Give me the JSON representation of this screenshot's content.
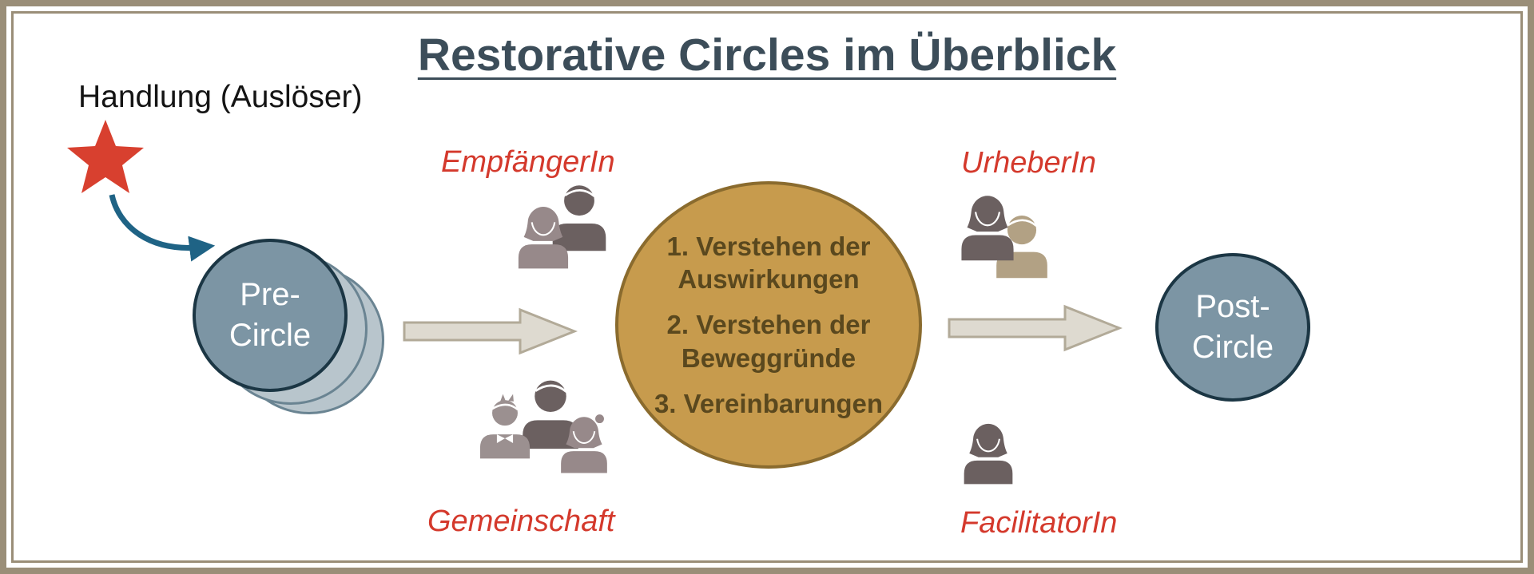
{
  "title": "Restorative Circles im Überblick",
  "trigger_label": "Handlung (Auslöser)",
  "pre_circle_label": "Pre-\nCircle",
  "post_circle_label": "Post-\nCircle",
  "center_circle": {
    "items": [
      "1. Verstehen der Auswirkungen",
      "2. Verstehen der Beweggründe",
      "3. Vereinbarungen"
    ]
  },
  "roles": {
    "top_left": "EmpfängerIn",
    "bottom_left": "Gemeinschaft",
    "top_right": "UrheberIn",
    "bottom_right": "FacilitatorIn"
  },
  "colors": {
    "frame": "#9A8E78",
    "title_text": "#3C4D59",
    "role_label_red": "#D4392C",
    "star_red": "#D8402F",
    "curved_arrow_teal": "#1F6385",
    "circle_fill": "#7C95A4",
    "circle_border": "#1B3644",
    "stacked_circle_fill": "#B8C5CC",
    "gold_circle_fill": "#C79B4D",
    "gold_circle_border": "#8A6B2E",
    "gold_circle_text": "#5A481E",
    "block_arrow_fill": "#DEDAD0",
    "block_arrow_stroke": "#B2AA98",
    "person_dark": "#6B6060",
    "person_medium": "#97898A",
    "person_light": "#9B9090",
    "person_tan": "#B2A184"
  }
}
